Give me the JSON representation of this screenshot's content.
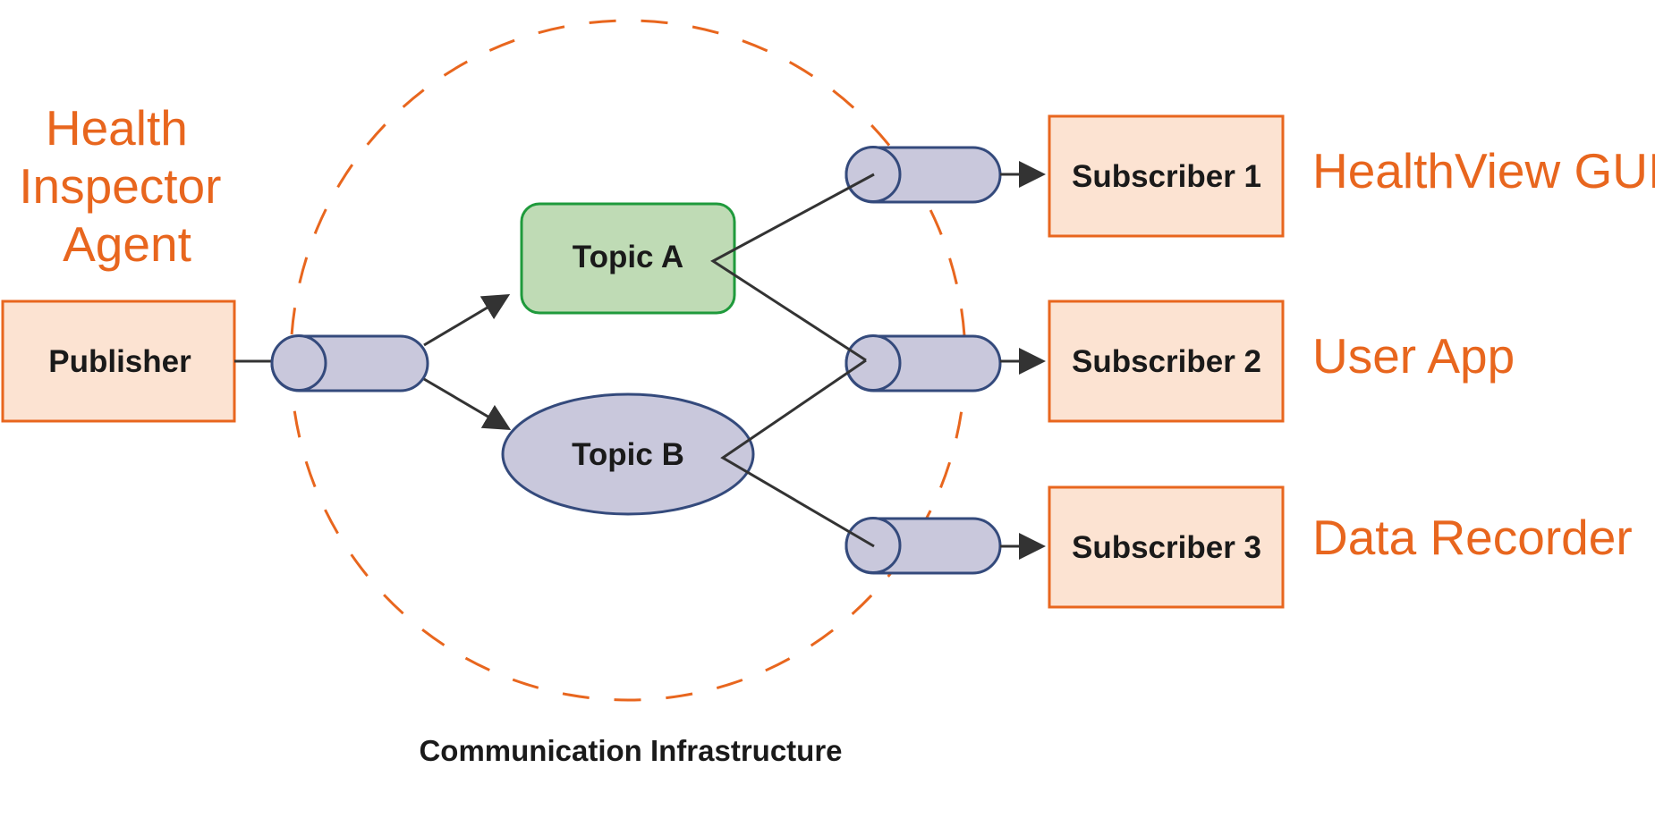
{
  "colors": {
    "accent_orange": "#e8661e",
    "box_fill": "#fce3d2",
    "topic_a_fill": "#bfdbb5",
    "topic_a_stroke": "#1f9a3c",
    "pipe_fill": "#c9c8dc",
    "pipe_stroke": "#344a7c",
    "line": "#333333"
  },
  "publisher": {
    "role_lines": [
      "Health",
      "Inspector",
      "Agent"
    ],
    "label": "Publisher"
  },
  "topics": [
    {
      "label": "Topic A",
      "shape": "rounded-rectangle"
    },
    {
      "label": "Topic B",
      "shape": "ellipse"
    }
  ],
  "subscribers": [
    {
      "label": "Subscriber 1",
      "role": "HealthView GUI"
    },
    {
      "label": "Subscriber 2",
      "role": "User App"
    },
    {
      "label": "Subscriber 3",
      "role": "Data Recorder"
    }
  ],
  "infrastructure": {
    "caption": "Communication Infrastructure",
    "boundary": "dashed-circle"
  }
}
